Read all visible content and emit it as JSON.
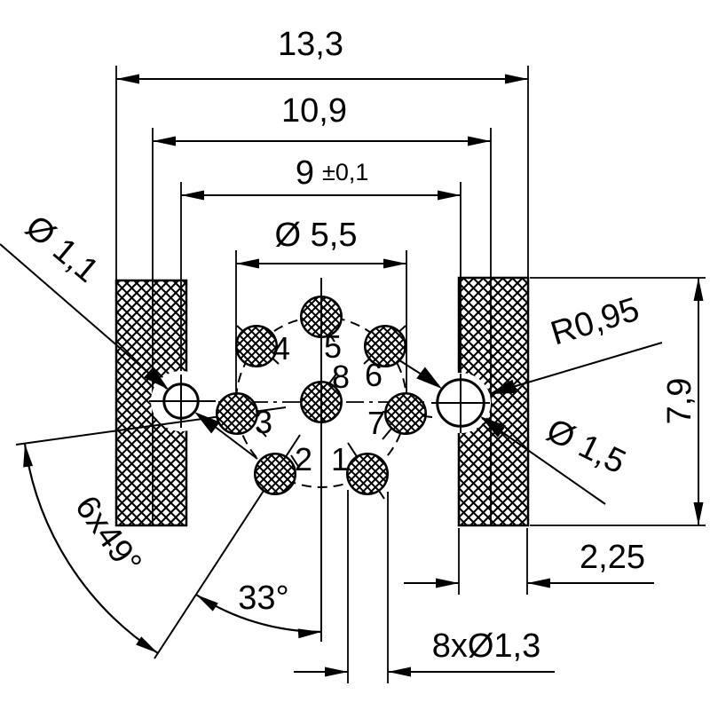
{
  "drawing": {
    "type": "technical-dimension-drawing",
    "units_style": "metric-comma-decimal",
    "colors": {
      "line": "#000000",
      "background": "#ffffff"
    },
    "labels": {
      "width_overall": "13,3",
      "width_inner": "10,9",
      "hole_spacing_value": "9",
      "hole_spacing_tolerance": "±0,1",
      "pitch_circle_diameter": "Ø 5,5",
      "left_hole_diameter": "Ø 1,1",
      "clearance_radius": "R0,95",
      "right_hole_diameter": "Ø 1,5",
      "pad_height": "7,9",
      "pad_width": "2,25",
      "pin_holes": "8xØ1,3",
      "angle_step": "6x49°",
      "angle_offset": "33°"
    },
    "pins": [
      "1",
      "2",
      "3",
      "4",
      "5",
      "6",
      "7",
      "8"
    ]
  }
}
